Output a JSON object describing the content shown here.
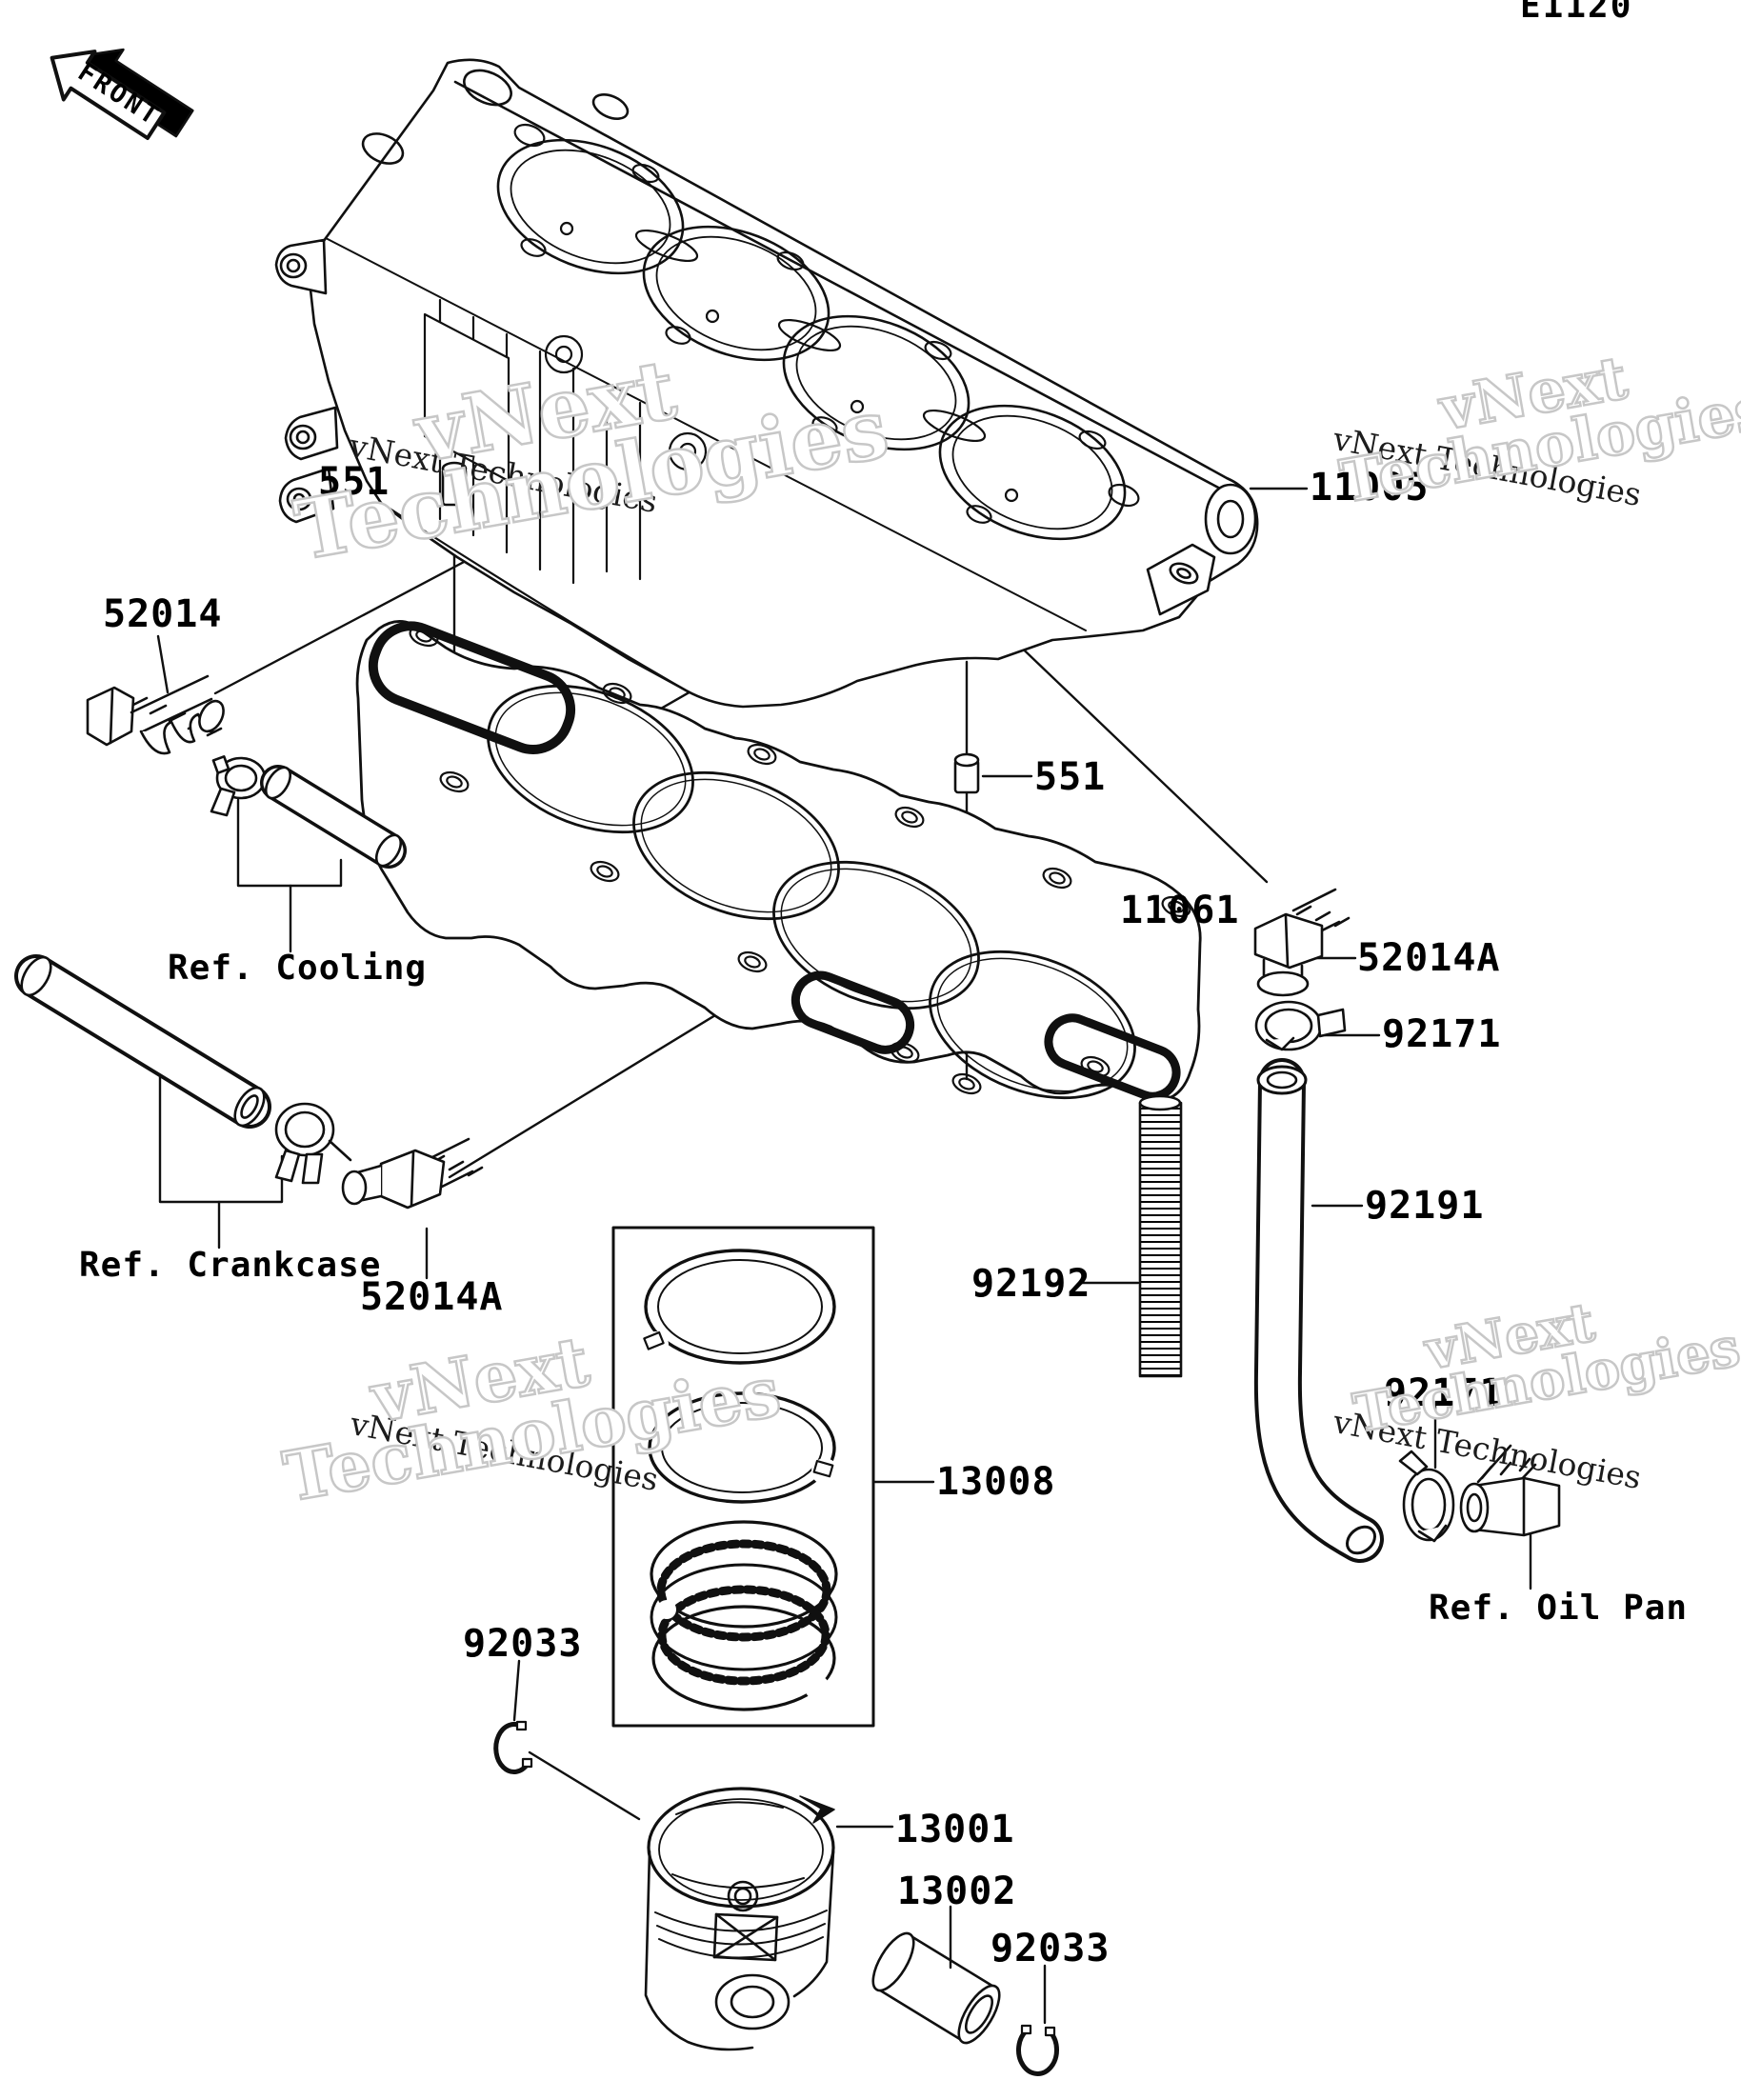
{
  "diagram": {
    "page_code": "E1120",
    "front_marker": "FRONT",
    "watermark": {
      "small": "vNext Technologies",
      "big_line1": "vNext",
      "big_line2": "Technologies"
    },
    "labels": {
      "part_551_top": "551",
      "part_11005": "11005",
      "part_52014": "52014",
      "part_551_mid": "551",
      "part_11061": "11061",
      "part_52014a_right": "52014A",
      "part_92171_right": "92171",
      "part_92191": "92191",
      "part_92192": "92192",
      "part_13008": "13008",
      "part_92033_top": "92033",
      "part_13001": "13001",
      "part_13002": "13002",
      "part_92033_bottom": "92033",
      "part_92171_bottom": "92171",
      "part_52014a_bottom": "52014A",
      "ref_cooling": "Ref. Cooling",
      "ref_crankcase": "Ref. Crankcase",
      "ref_oil_pan": "Ref. Oil Pan"
    }
  }
}
